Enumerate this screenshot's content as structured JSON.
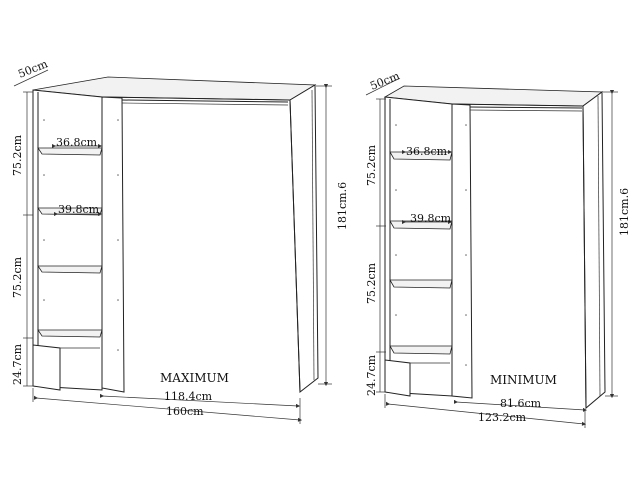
{
  "left": {
    "depth": "50cm",
    "shelf_top": "36.8cm",
    "shelf_mid": "39.8cm",
    "height_upper": "75.2cm",
    "height_middle": "75.2cm",
    "height_lower": "24.7cm",
    "total_height": "181cm.6",
    "inner_width": "118.4cm",
    "total_width": "160cm",
    "caption": "MAXIMUM"
  },
  "right": {
    "depth": "50cm",
    "shelf_top": "36.8cm",
    "shelf_mid": "39.8cm",
    "height_upper": "75.2cm",
    "height_middle": "75.2cm",
    "height_lower": "24.7cm",
    "total_height": "181cm.6",
    "inner_width": "81.6cm",
    "total_width": "123.2cm",
    "caption": "MINIMUM"
  }
}
